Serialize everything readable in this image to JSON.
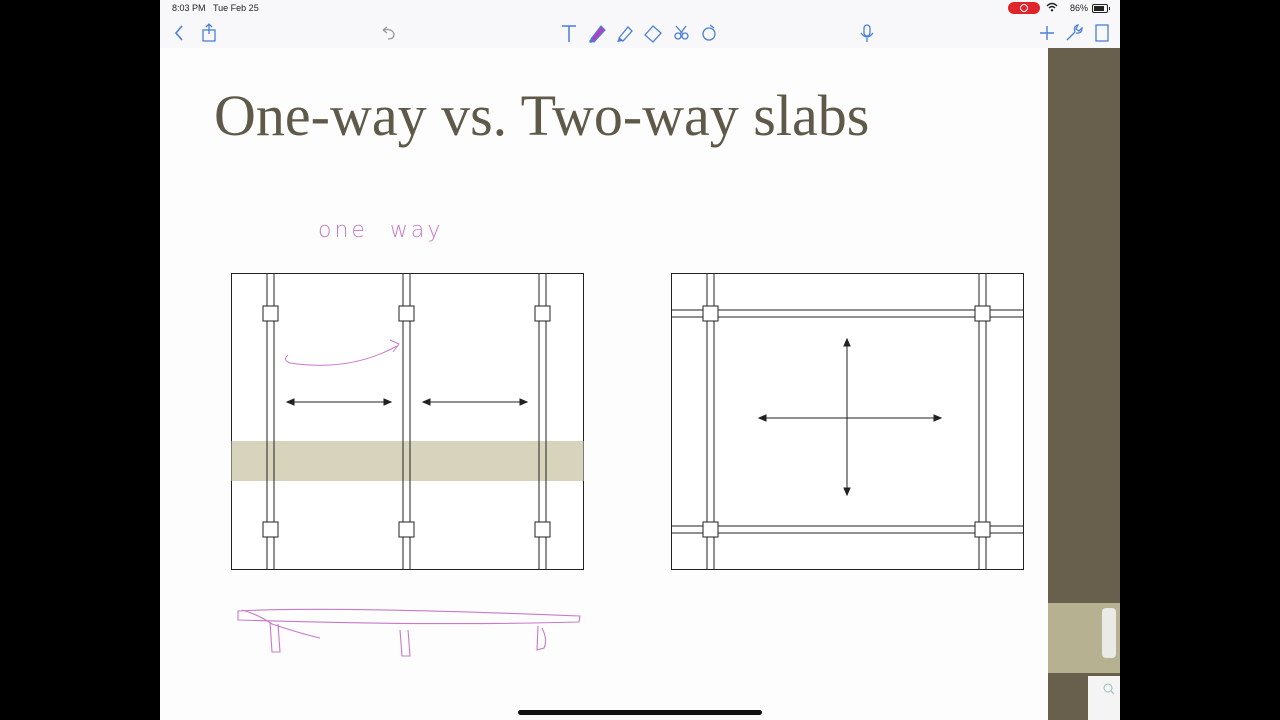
{
  "status_bar": {
    "time": "8:03 PM",
    "date": "Tue Feb 25",
    "battery": "86%"
  },
  "toolbar": {
    "left": [
      "back-icon",
      "share-icon",
      "undo-icon"
    ],
    "tools": [
      "text-tool-icon",
      "pen-icon",
      "highlighter-icon",
      "eraser-icon",
      "lasso-icon",
      "shapes-icon"
    ],
    "right": [
      "microphone-icon",
      "add-page-icon",
      "wrench-icon",
      "page-icon"
    ],
    "active_tool": "pen",
    "pen_color": "#b43fc3"
  },
  "slide": {
    "title": "One-way vs. Two-way slabs",
    "handwritten_label": "one way"
  },
  "colors": {
    "title": "#5e5948",
    "strip": "#d8d3bd",
    "ink": "#c77ac7",
    "sidebar": "#68604c"
  }
}
